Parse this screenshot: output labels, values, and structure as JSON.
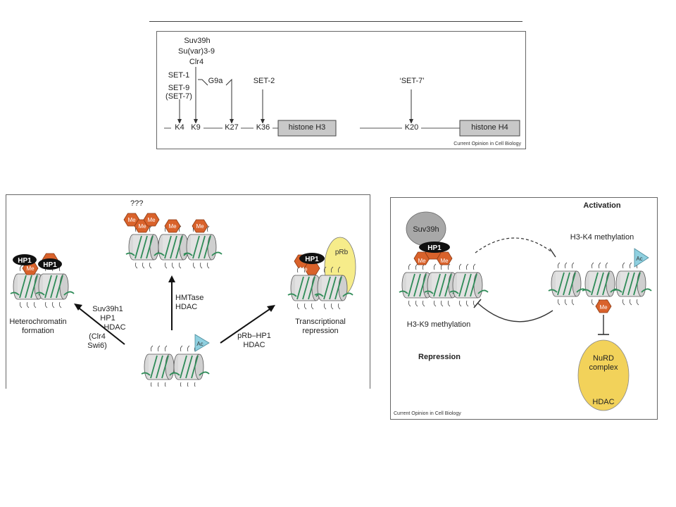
{
  "panel_a": {
    "enzymes": {
      "suv39h": "Suv39h",
      "suvar": "Su(var)3-9",
      "clr4": "Clr4",
      "set1": "SET-1",
      "set9": "SET-9",
      "set7_paren": "(SET-7)",
      "g9a": "G9a",
      "set2": "SET-2",
      "set7_quoted": "‘SET-7’"
    },
    "residues": {
      "k4": "K4",
      "k9": "K9",
      "k27": "K27",
      "k36": "K36",
      "k20": "K20"
    },
    "boxes": {
      "h3": "histone H3",
      "h4": "histone H4"
    },
    "caption": "Current Opinion in Cell Biology"
  },
  "panel_b": {
    "question": "???",
    "me": "Me",
    "hp1": "HP1",
    "ac": "Ac",
    "prb": "pRb",
    "left_enzymes": [
      "Suv39h1",
      "HP1",
      "HDAC",
      "(Clr4",
      "Swi6)"
    ],
    "center_enzymes": [
      "HMTase",
      "HDAC"
    ],
    "right_enzymes": [
      "pRb–HP1",
      "HDAC"
    ],
    "left_outcome": [
      "Heterochromatin",
      "formation"
    ],
    "right_outcome": [
      "Transcriptional",
      "repression"
    ]
  },
  "panel_c": {
    "activation": "Activation",
    "repression": "Repression",
    "suv39h": "Suv39h",
    "hp1": "HP1",
    "me": "Me",
    "ac": "Ac",
    "h3k4": "H3-K4 methylation",
    "h3k9": "H3-K9 methylation",
    "nurd_lines": [
      "NuRD",
      "complex"
    ],
    "hdac": "HDAC",
    "caption": "Current Opinion in Cell Biology"
  },
  "colors": {
    "me_fill": "#d9622b",
    "me_stroke": "#8a3a14",
    "hp1_fill": "#111111",
    "ac_fill": "#8fd0e0",
    "prb_fill": "#f6ec8a",
    "nurd_fill": "#f2d25a",
    "suv_fill": "#a8a8a8",
    "dna": "#2e8b57",
    "histone_box": "#c8c8c8"
  }
}
